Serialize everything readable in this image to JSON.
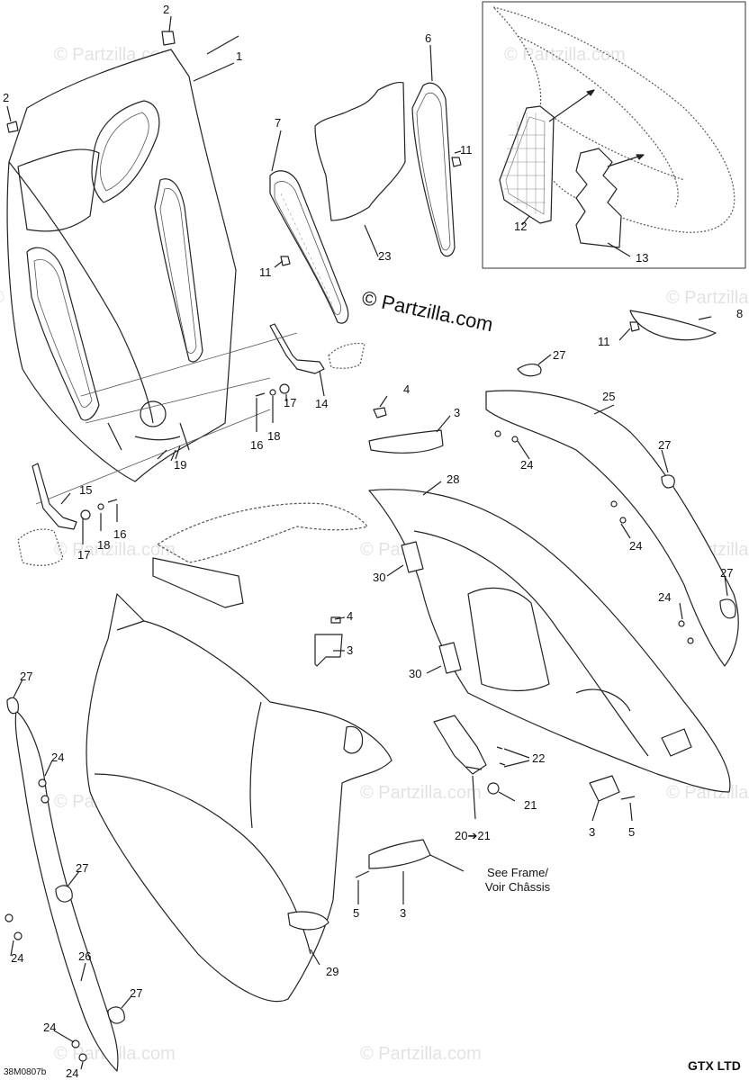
{
  "watermark": {
    "repeat_text": "© Partzilla.com",
    "main_text": "© Partzilla.com"
  },
  "diagram": {
    "model": "GTX LTD",
    "drawing_code": "38M0807b",
    "note_line1": "See Frame/",
    "note_line2": "Voir Châssis"
  },
  "callouts": {
    "c1": "1",
    "c2a": "2",
    "c2b": "2",
    "c3a": "3",
    "c3b": "3",
    "c3c": "3",
    "c3d": "3",
    "c4a": "4",
    "c4b": "4",
    "c5a": "5",
    "c5b": "5",
    "c6": "6",
    "c7": "7",
    "c8": "8",
    "c11a": "11",
    "c11b": "11",
    "c11c": "11",
    "c12": "12",
    "c13": "13",
    "c14": "14",
    "c15": "15",
    "c16a": "16",
    "c16b": "16",
    "c17a": "17",
    "c17b": "17",
    "c18a": "18",
    "c18b": "18",
    "c19": "19",
    "c2021": "20➔21",
    "c21": "21",
    "c22": "22",
    "c23": "23",
    "c24a": "24",
    "c24b": "24",
    "c24c": "24",
    "c24d": "24",
    "c24e": "24",
    "c24f": "24",
    "c24g": "24",
    "c25": "25",
    "c26": "26",
    "c27a": "27",
    "c27b": "27",
    "c27c": "27",
    "c27d": "27",
    "c27e": "27",
    "c27f": "27",
    "c28": "28",
    "c29": "29",
    "c30a": "30",
    "c30b": "30"
  }
}
